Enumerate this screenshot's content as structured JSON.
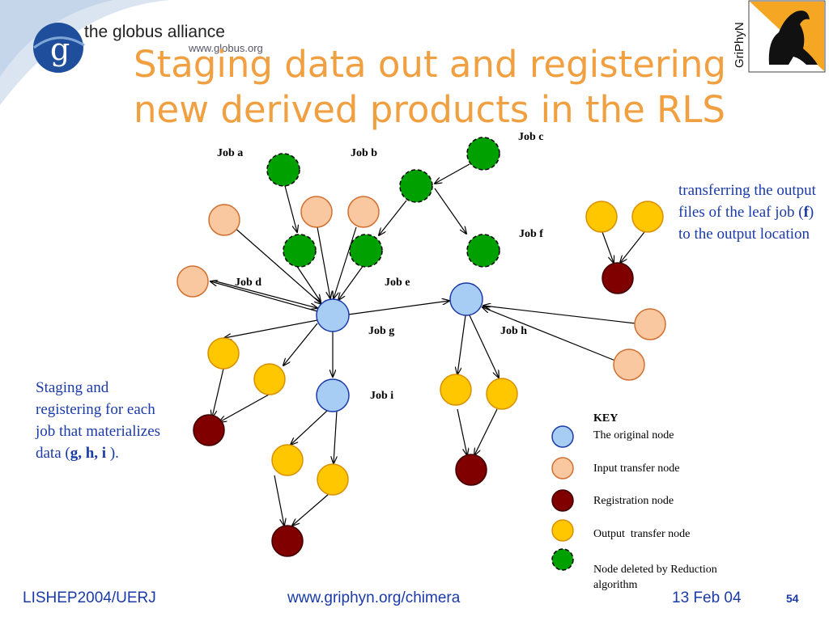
{
  "header": {
    "org_name": "the globus alliance",
    "org_url": "www.globus.org",
    "logo_letter": "g",
    "griphyn_text": "GriPhyN"
  },
  "title": {
    "line1": "Staging data out and registering",
    "line2": "new derived products in the RLS"
  },
  "diagram": {
    "job_labels": {
      "a": "Job a",
      "b": "Job b",
      "c": "Job c",
      "d": "Job d",
      "e": "Job e",
      "f": "Job f",
      "g": "Job g",
      "h": "Job h",
      "i": "Job i"
    },
    "colors": {
      "original": "#a8cdf5",
      "input_transfer": "#f9c8a0",
      "registration": "#800000",
      "output_transfer": "#ffc700",
      "deleted": "#00a000",
      "title": "#f0a040",
      "note": "#1a3aa8"
    }
  },
  "notes": {
    "left": {
      "text_before": "Staging and registering for each job that materializes data (",
      "bold": "g, h, i",
      "text_after": " )."
    },
    "right": {
      "text_before": "transferring the output files of the leaf job (",
      "bold": "f",
      "text_after": ") to the output location"
    }
  },
  "key": {
    "title": "KEY",
    "items": [
      {
        "label": "The original node",
        "type": "original"
      },
      {
        "label": "Input transfer node",
        "type": "input_transfer"
      },
      {
        "label": "Registration node",
        "type": "registration"
      },
      {
        "label": "Output  transfer node",
        "type": "output_transfer"
      },
      {
        "label": "Node deleted by Reduction algorithm",
        "type": "deleted"
      }
    ]
  },
  "footer": {
    "left": "LISHEP2004/UERJ",
    "center": "www.griphyn.org/chimera",
    "date": "13 Feb 04",
    "page": "54"
  }
}
